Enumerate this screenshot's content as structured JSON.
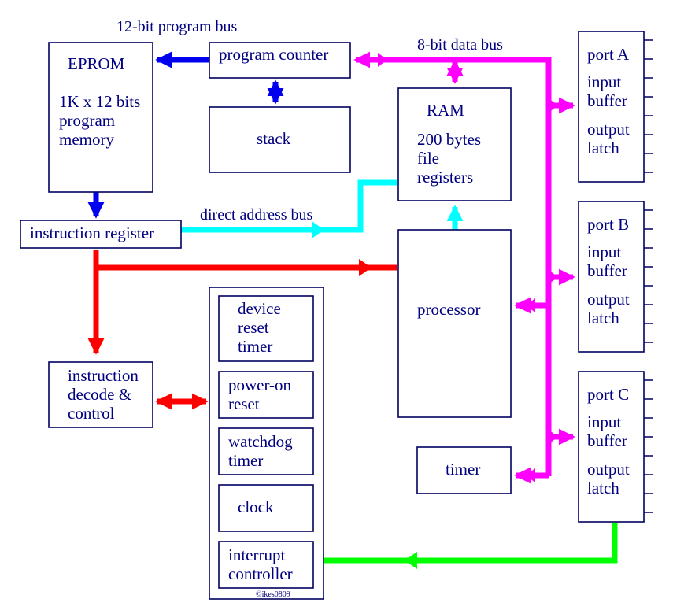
{
  "labels": {
    "program_bus": "12-bit program bus",
    "data_bus": "8-bit data bus",
    "direct_address_bus": "direct address bus",
    "copyright": "©ikes0809"
  },
  "blocks": {
    "eprom": {
      "title": "EPROM",
      "lines": [
        "1K x 12 bits",
        "program",
        "memory"
      ]
    },
    "program_counter": "program counter",
    "stack": "stack",
    "ram": {
      "title": "RAM",
      "lines": [
        "200 bytes",
        "file",
        "registers"
      ]
    },
    "instruction_register": "instruction register",
    "processor": "processor",
    "instruction_decode": [
      "instruction",
      "decode &",
      "control"
    ],
    "device_reset_timer": [
      "device",
      "reset",
      "timer"
    ],
    "power_on_reset": [
      "power-on",
      "reset"
    ],
    "watchdog_timer": [
      "watchdog",
      "timer"
    ],
    "clock": "clock",
    "interrupt_controller": [
      "interrupt",
      "controller"
    ],
    "timer": "timer",
    "port_a": {
      "title": "port A",
      "lines": [
        "input",
        "buffer",
        "output",
        "latch"
      ]
    },
    "port_b": {
      "title": "port B",
      "lines": [
        "input",
        "buffer",
        "output",
        "latch"
      ]
    },
    "port_c": {
      "title": "port C",
      "lines": [
        "input",
        "buffer",
        "output",
        "latch"
      ]
    }
  },
  "colors": {
    "program_bus": "#0000ee",
    "data_bus": "#ff00ff",
    "address_bus": "#00ffff",
    "control": "#ff0000",
    "interrupt": "#00ff00",
    "text": "#000080",
    "border": "#000060"
  }
}
